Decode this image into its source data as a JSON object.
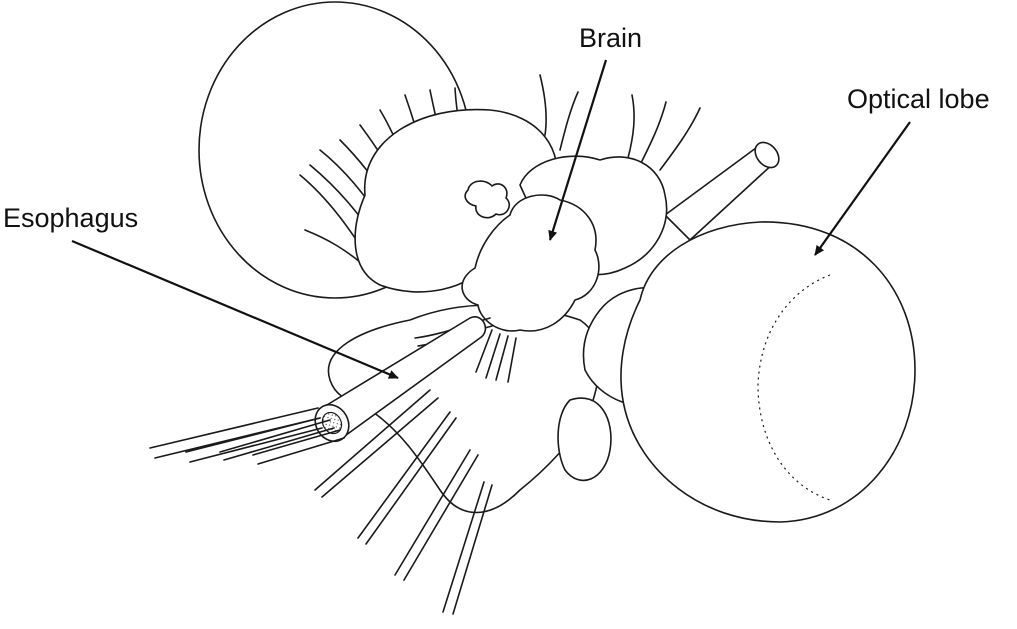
{
  "labels": {
    "brain": "Brain",
    "optical_lobe": "Optical lobe",
    "esophagus": "Esophagus"
  },
  "colors": {
    "ink": "#1a1a1a",
    "background": "#ffffff"
  }
}
